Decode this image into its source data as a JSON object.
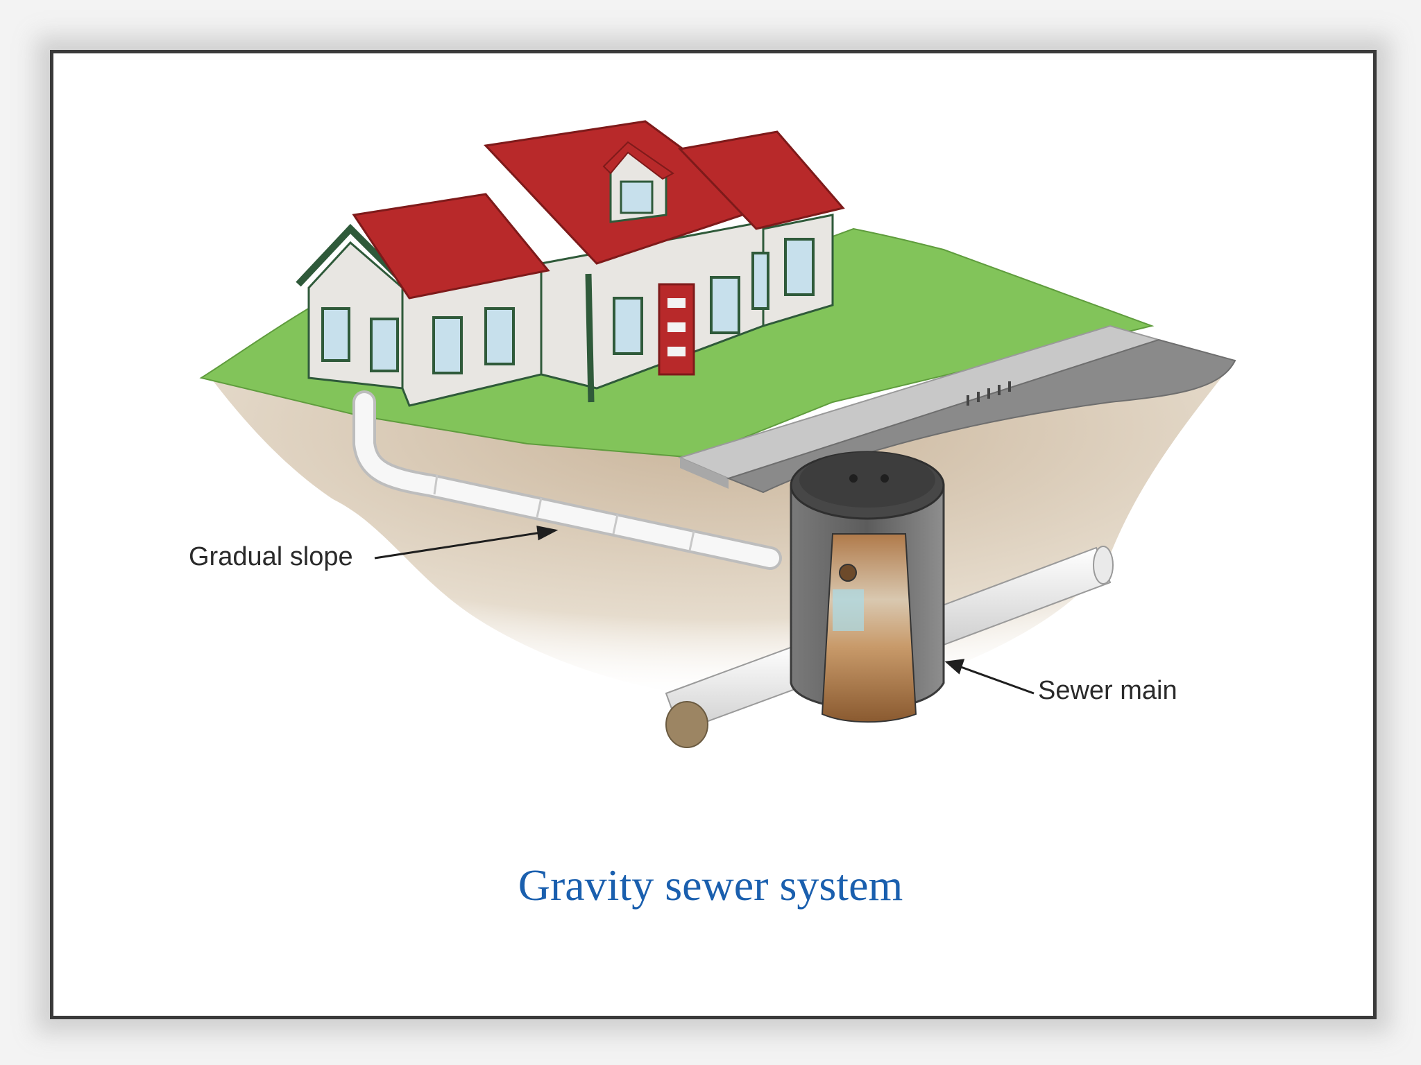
{
  "labels": {
    "gradual_slope": "Gradual slope",
    "sewer_main": "Sewer main"
  },
  "caption": "Gravity sewer system",
  "colors": {
    "roof": "#b8292a",
    "grass": "#82c45a",
    "soil": "#d8c8b2",
    "wall": "#e8e6e2",
    "trim": "#2f5a3a",
    "road": "#8a8a8a",
    "manhole": "#6b6b6b",
    "pipe": "#f2f2f2",
    "caption": "#1a5fae"
  }
}
